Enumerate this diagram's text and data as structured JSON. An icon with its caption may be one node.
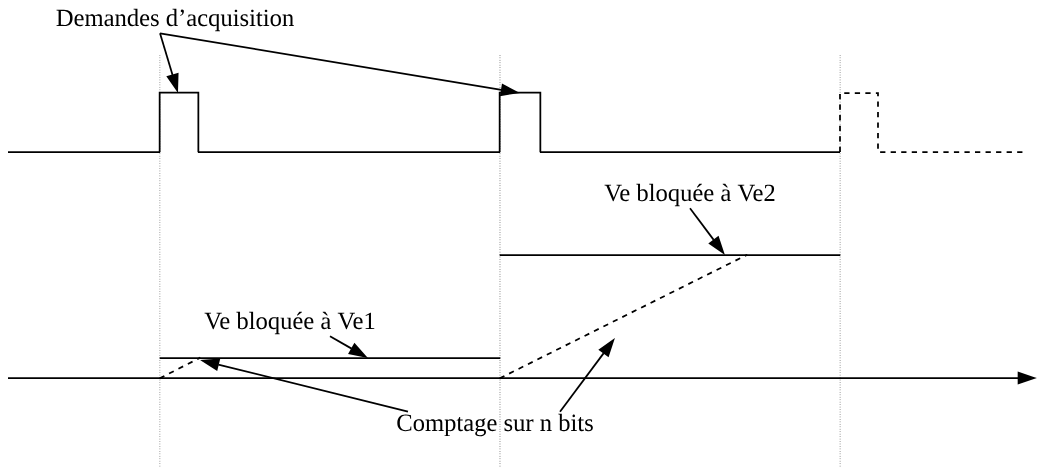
{
  "diagram": {
    "nodes": [
      {
        "text": [
          "Demandes d’acquisition"
        ]
      },
      {
        "text": [],
        "shape": "pulse"
      },
      {
        "text": [],
        "shape": "pulse"
      },
      {
        "text": [
          "Ve bloquée à Ve2"
        ]
      },
      {
        "text": [],
        "shape": "line"
      },
      {
        "text": [
          "Ve bloquée à Ve1"
        ]
      },
      {
        "text": [],
        "shape": "line"
      },
      {
        "text": [
          "Comptage sur n bits"
        ]
      },
      {
        "text": [],
        "shape": "line"
      },
      {
        "text": [],
        "shape": "line"
      }
    ],
    "edges": [
      {
        "from": 0,
        "to": 1,
        "arrow": "to"
      },
      {
        "from": 0,
        "to": 2,
        "arrow": "to"
      },
      {
        "from": 3,
        "to": 4,
        "arrow": "to"
      },
      {
        "from": 5,
        "to": 6,
        "arrow": "to"
      },
      {
        "from": 7,
        "to": 8,
        "arrow": "to"
      },
      {
        "from": 7,
        "to": 9,
        "arrow": "to"
      }
    ]
  }
}
